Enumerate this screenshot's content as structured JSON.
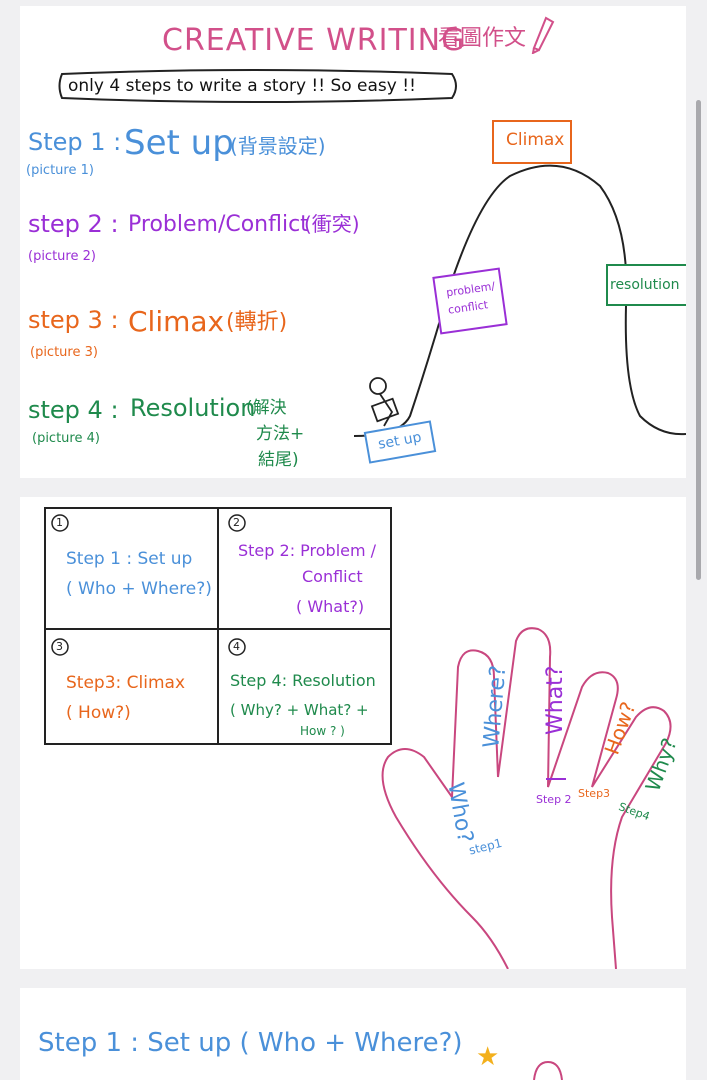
{
  "page1": {
    "title": "CREATIVE WRITING",
    "title_cn": "看圖作文",
    "subtitle": "only 4 steps to write a story !! So easy !!",
    "steps": [
      {
        "label": "Step 1",
        "name": "Set up",
        "cn": "(背景設定)",
        "pic": "(picture 1)"
      },
      {
        "label": "step 2",
        "name": "Problem/Conflict",
        "cn": "(衝突)",
        "pic": "(picture 2)"
      },
      {
        "label": "step 3",
        "name": "Climax",
        "cn": "(轉折)",
        "pic": "(picture 3)"
      },
      {
        "label": "step 4",
        "name": "Resolution",
        "cn1": "(解決",
        "cn2": "方法+",
        "cn3": "結尾)",
        "pic": "(picture 4)"
      }
    ],
    "diagram": {
      "climax": "Climax",
      "problem": "problem/",
      "conflict": "conflict",
      "resolution": "resolution",
      "setup": "set up"
    }
  },
  "page2": {
    "grid": [
      {
        "num": "1",
        "l1": "Step 1 : Set up",
        "l2": "( Who + Where?)"
      },
      {
        "num": "2",
        "l1": "Step 2: Problem /",
        "l2": "Conflict",
        "l3": "( What?)"
      },
      {
        "num": "3",
        "l1": "Step3: Climax",
        "l2": "( How?)"
      },
      {
        "num": "4",
        "l1": "Step 4: Resolution",
        "l2": "( Why? + What? +",
        "l3": "How ? )"
      }
    ],
    "fingers": {
      "who": "Who?",
      "where": "Where?",
      "what": "What?",
      "how": "How?",
      "why": "Why?"
    },
    "finger_steps": {
      "s1": "step1",
      "s2": "Step 2",
      "s3": "Step3",
      "s4": "Step4"
    }
  },
  "page3": {
    "heading": "Step 1 : Set up ( Who + Where?)"
  },
  "colors": {
    "blue": "#4a90d9",
    "purple": "#9a2fd6",
    "orange": "#e8661c",
    "green": "#1f8a4c",
    "pink": "#d24a7c",
    "pinkline": "#c9477f"
  }
}
